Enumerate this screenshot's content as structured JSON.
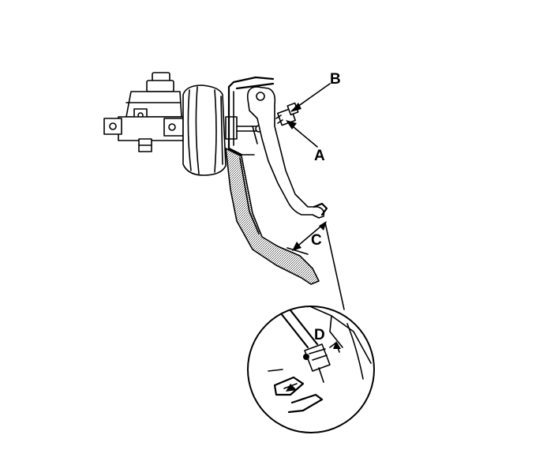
{
  "diagram": {
    "callouts": {
      "a": "A",
      "b": "B",
      "c": "C",
      "d": "D"
    },
    "colors": {
      "ink": "#000000",
      "paper": "#ffffff",
      "shade": "#9a9a9a"
    }
  }
}
